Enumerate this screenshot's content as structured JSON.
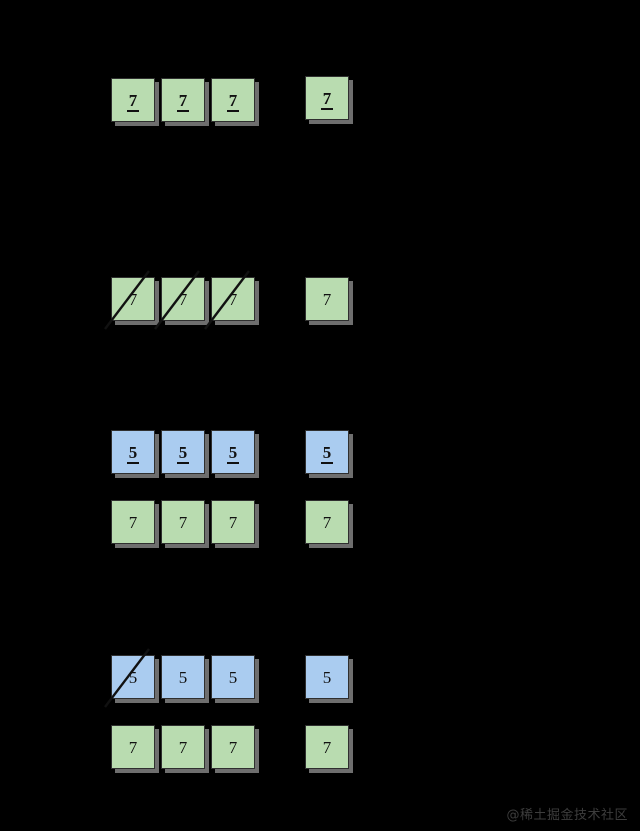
{
  "background_color": "#000000",
  "palette": {
    "green_fill": "#b9dcb0",
    "blue_fill": "#aaccf0",
    "border": "#2f2f2f",
    "shadow": "#6e6e6e",
    "text": "#111111",
    "watermark": "#3d3d3d"
  },
  "watermark": {
    "text": "@稀土掘金技术社区"
  },
  "panels": [
    {
      "id": "panel-1",
      "left_group": {
        "cells": [
          {
            "value": "7",
            "color": "green",
            "underline": true,
            "struck": false
          },
          {
            "value": "7",
            "color": "green",
            "underline": true,
            "struck": false
          },
          {
            "value": "7",
            "color": "green",
            "underline": true,
            "struck": false
          }
        ]
      },
      "right_group": {
        "cells": [
          {
            "value": "7",
            "color": "green",
            "underline": true,
            "struck": false
          }
        ]
      }
    },
    {
      "id": "panel-2",
      "left_group": {
        "cells": [
          {
            "value": "7",
            "color": "green",
            "underline": false,
            "struck": true
          },
          {
            "value": "7",
            "color": "green",
            "underline": false,
            "struck": true
          },
          {
            "value": "7",
            "color": "green",
            "underline": false,
            "struck": true
          }
        ]
      },
      "right_group": {
        "cells": [
          {
            "value": "7",
            "color": "green",
            "underline": false,
            "struck": false
          }
        ]
      }
    },
    {
      "id": "panel-3",
      "left_group_top": {
        "cells": [
          {
            "value": "5",
            "color": "blue",
            "underline": true,
            "struck": false
          },
          {
            "value": "5",
            "color": "blue",
            "underline": true,
            "struck": false
          },
          {
            "value": "5",
            "color": "blue",
            "underline": true,
            "struck": false
          }
        ]
      },
      "left_group_bottom": {
        "cells": [
          {
            "value": "7",
            "color": "green",
            "underline": false,
            "struck": false
          },
          {
            "value": "7",
            "color": "green",
            "underline": false,
            "struck": false
          },
          {
            "value": "7",
            "color": "green",
            "underline": false,
            "struck": false
          }
        ]
      },
      "right_group_top": {
        "cells": [
          {
            "value": "5",
            "color": "blue",
            "underline": true,
            "struck": false
          }
        ]
      },
      "right_group_bottom": {
        "cells": [
          {
            "value": "7",
            "color": "green",
            "underline": false,
            "struck": false
          }
        ]
      }
    },
    {
      "id": "panel-4",
      "left_group_top": {
        "cells": [
          {
            "value": "5",
            "color": "blue",
            "underline": false,
            "struck": true
          },
          {
            "value": "5",
            "color": "blue",
            "underline": false,
            "struck": false
          },
          {
            "value": "5",
            "color": "blue",
            "underline": false,
            "struck": false
          }
        ]
      },
      "left_group_bottom": {
        "cells": [
          {
            "value": "7",
            "color": "green",
            "underline": false,
            "struck": false
          },
          {
            "value": "7",
            "color": "green",
            "underline": false,
            "struck": false
          },
          {
            "value": "7",
            "color": "green",
            "underline": false,
            "struck": false
          }
        ]
      },
      "right_group_top": {
        "cells": [
          {
            "value": "5",
            "color": "blue",
            "underline": false,
            "struck": false
          }
        ]
      },
      "right_group_bottom": {
        "cells": [
          {
            "value": "7",
            "color": "green",
            "underline": false,
            "struck": false
          }
        ]
      }
    }
  ]
}
